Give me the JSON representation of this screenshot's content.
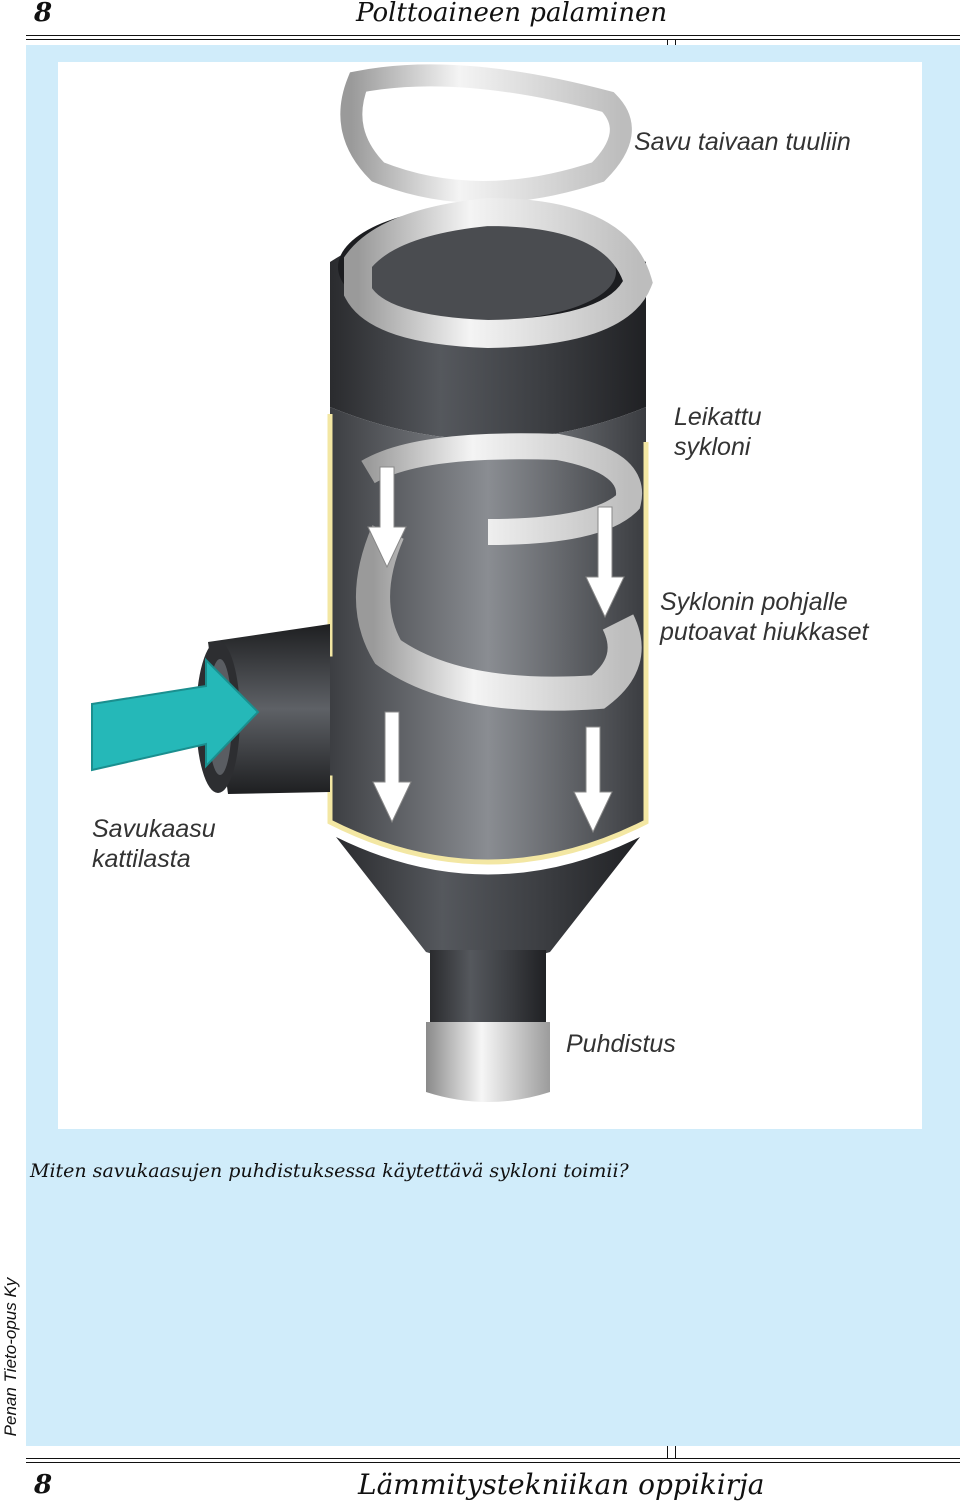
{
  "header": {
    "page_number": "8",
    "chapter_title": "Polttoaineen palaminen"
  },
  "figure": {
    "labels": {
      "smoke_out": "Savu taivaan tuuliin",
      "cut_cyclone": "Leikattu\nsykloni",
      "falling_particles": "Syklonin pohjalle\nputoavat hiukkaset",
      "flue_gas_in": "Savukaasu\nkattilasta",
      "cleaning": "Puhdistus"
    },
    "colors": {
      "panel": "#d0ecfa",
      "body_dark": "#3a3c40",
      "spiral": "#e8e8e8",
      "inlet_arrow": "#25b8b8",
      "cut_edge": "#f3e7a3"
    }
  },
  "question": "Miten savukaasujen puhdistuksessa käytettävä sykloni toimii?",
  "side_text": "Penan Tieto-opus Ky",
  "footer": {
    "page_number": "8",
    "book_title": "Lämmitystekniikan oppikirja"
  }
}
